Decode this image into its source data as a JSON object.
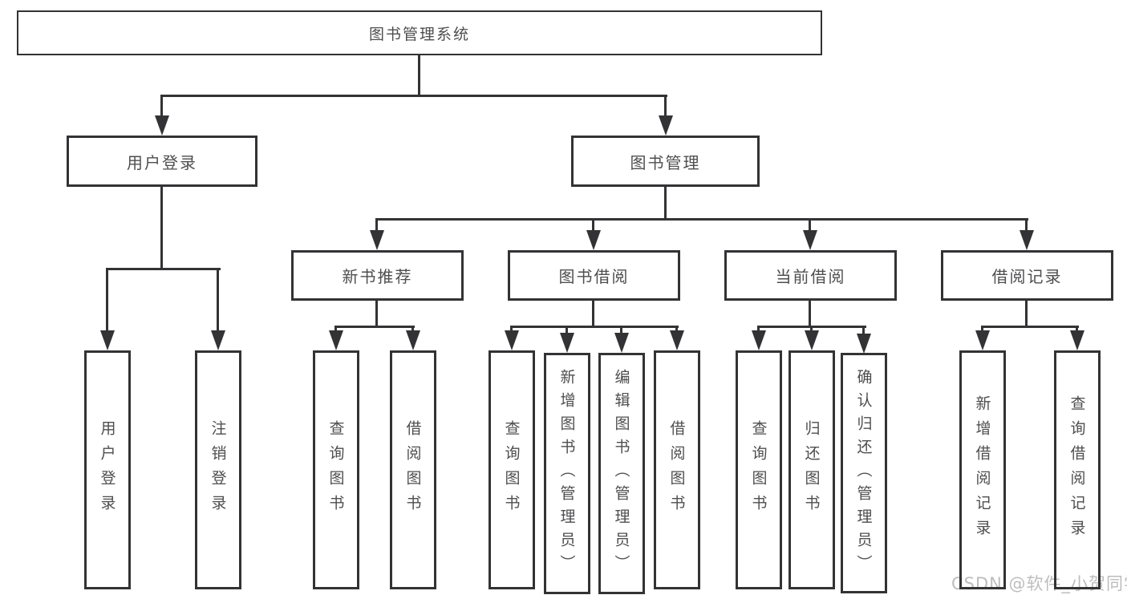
{
  "nodes": {
    "root": {
      "label": "图书管理系统"
    },
    "user_login": {
      "label": "用户登录"
    },
    "book_management": {
      "label": "图书管理"
    },
    "new_book_recommend": {
      "label": "新书推荐"
    },
    "book_borrowing": {
      "label": "图书借阅"
    },
    "current_borrowing": {
      "label": "当前借阅"
    },
    "borrowing_records": {
      "label": "借阅记录"
    },
    "leaves": {
      "user_login_login": {
        "label": "用户登录"
      },
      "user_login_logout": {
        "label": "注销登录"
      },
      "recommend_query": {
        "label": "查询图书"
      },
      "recommend_borrow": {
        "label": "借阅图书"
      },
      "borrowing_query": {
        "label": "查询图书"
      },
      "borrowing_add": {
        "label": "新增图书（管理员）"
      },
      "borrowing_edit": {
        "label": "编辑图书（管理员）"
      },
      "borrowing_borrow": {
        "label": "借阅图书"
      },
      "current_query": {
        "label": "查询图书"
      },
      "current_return": {
        "label": "归还图书"
      },
      "current_confirm": {
        "label": "确认归还（管理员）"
      },
      "records_add": {
        "label": "新增借阅记录"
      },
      "records_query": {
        "label": "查询借阅记录"
      }
    }
  },
  "watermark": {
    "text": "CSDN @软件_小贺同学"
  },
  "colors": {
    "line": "#333335",
    "text": "#4e4e50",
    "watermark": "#bdbdbd",
    "background": "#ffffff"
  }
}
